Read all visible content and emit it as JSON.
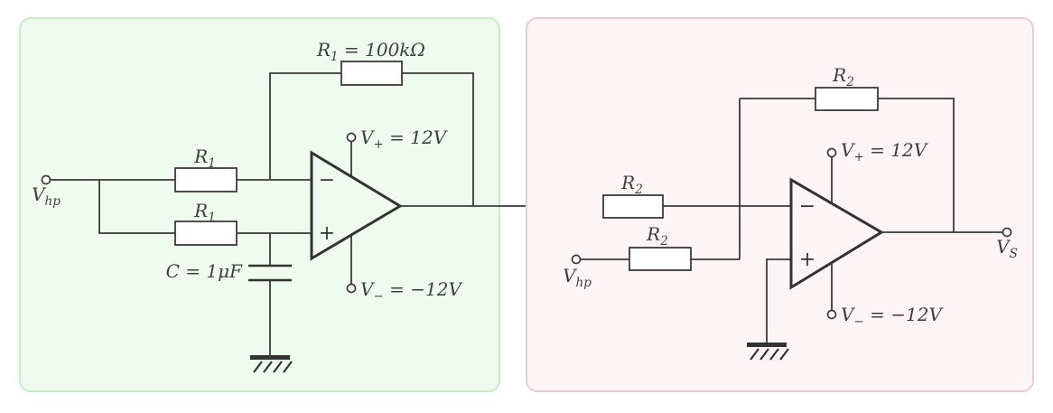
{
  "colors": {
    "background": "#ffffff",
    "wire": "#3a3a3a",
    "text": "#3f3f3f",
    "left_panel_fill": "#f0fbf0",
    "left_panel_border": "#c4efc4",
    "right_panel_fill": "#fdf4f6",
    "right_panel_border": "#ecccd4",
    "component_fill": "#ffffff"
  },
  "left_stage": {
    "feedback_resistor_label": {
      "name": "R",
      "sub": "1",
      "value": " = 100kΩ"
    },
    "positive_supply_label": {
      "name": "V",
      "sub": "+",
      "value": " = 12V"
    },
    "negative_supply_label": {
      "name": "V",
      "sub": "−",
      "value": " = −12V"
    },
    "input_terminal_label": {
      "name": "V",
      "sub": "hp"
    },
    "top_resistor_label": {
      "name": "R",
      "sub": "1"
    },
    "bottom_resistor_label": {
      "name": "R",
      "sub": "1"
    },
    "capacitor_label": "C = 1μF",
    "opamp": {
      "inverting_input": "−",
      "noninverting_input": "+"
    }
  },
  "right_stage": {
    "feedback_resistor_label": {
      "name": "R",
      "sub": "2"
    },
    "positive_supply_label": {
      "name": "V",
      "sub": "+",
      "value": " = 12V"
    },
    "negative_supply_label": {
      "name": "V",
      "sub": "−",
      "value": " = −12V"
    },
    "series_resistor_label": {
      "name": "R",
      "sub": "2"
    },
    "second_resistor_label": {
      "name": "R",
      "sub": "2"
    },
    "input_terminal_label": {
      "name": "V",
      "sub": "hp"
    },
    "output_terminal_label": {
      "name": "V",
      "sub": "S"
    },
    "opamp": {
      "inverting_input": "−",
      "noninverting_input": "+"
    }
  }
}
